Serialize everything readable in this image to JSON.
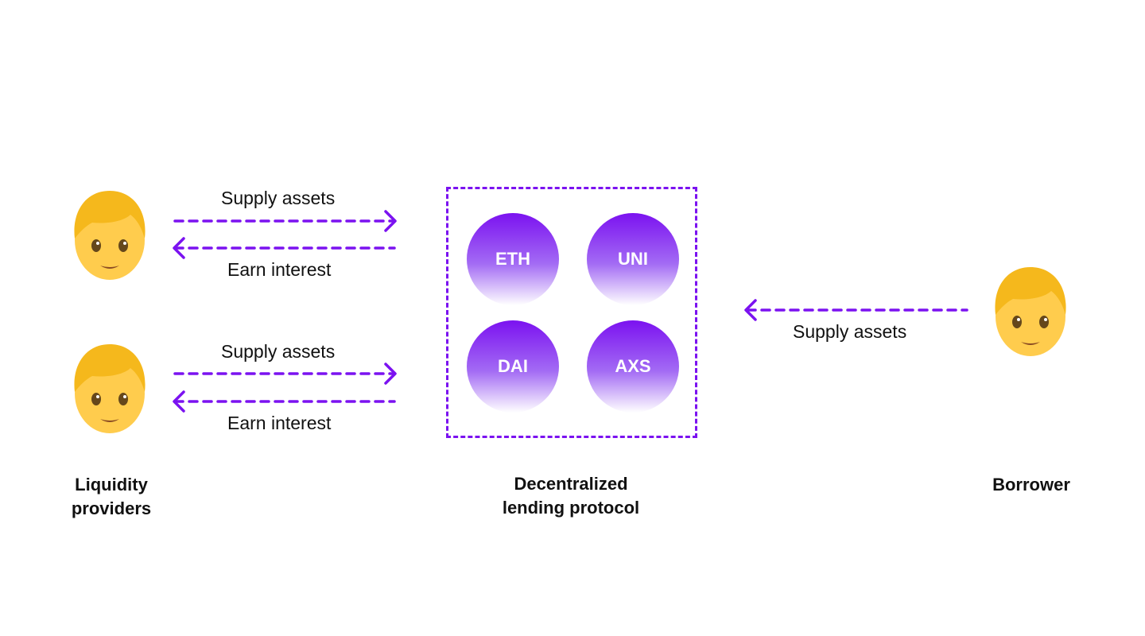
{
  "colors": {
    "accent": "#7B12F0",
    "emoji_skin": "#FFCC4D",
    "emoji_hair": "#F5B81C"
  },
  "providers": {
    "title": "Liquidity\nproviders",
    "rows": [
      {
        "supply_label": "Supply assets",
        "earn_label": "Earn interest",
        "icon": "person-emoji-icon"
      },
      {
        "supply_label": "Supply assets",
        "earn_label": "Earn interest",
        "icon": "person-emoji-icon"
      }
    ]
  },
  "protocol": {
    "title": "Decentralized\nlending protocol",
    "tokens": [
      "ETH",
      "UNI",
      "DAI",
      "AXS"
    ]
  },
  "borrower": {
    "title": "Borrower",
    "supply_label": "Supply assets",
    "icon": "person-emoji-icon"
  }
}
